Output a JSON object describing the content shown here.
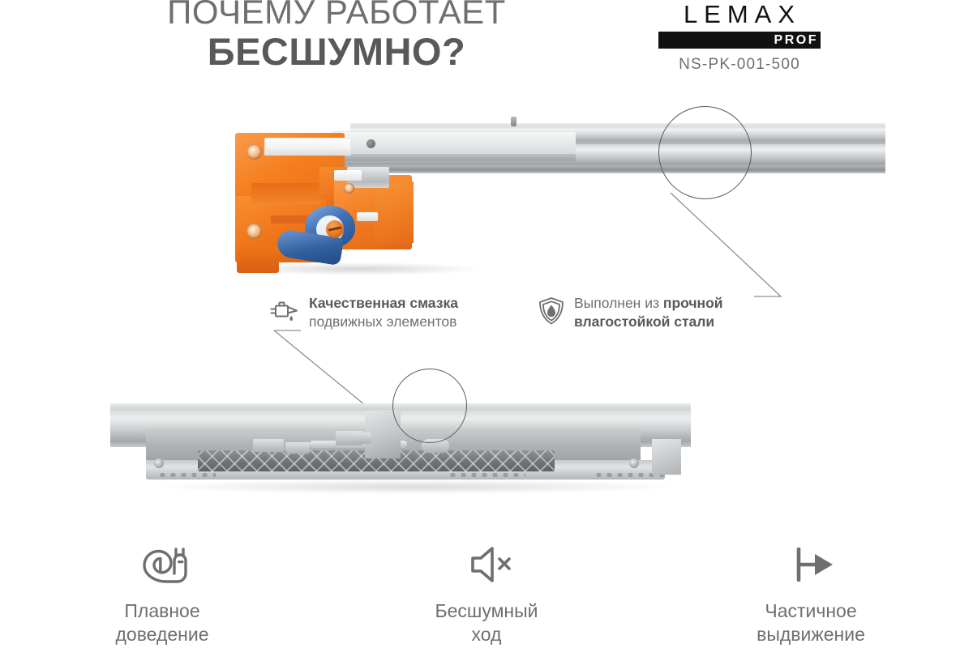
{
  "header": {
    "title_line1": "ПОЧЕМУ РАБОТАЕТ",
    "title_line2": "БЕСШУМНО?",
    "brand": "LEMAX",
    "brand_suffix": "PROF",
    "model_code": "NS-PK-001-500"
  },
  "annotations": [
    {
      "id": "lubrication",
      "icon": "oil-can-icon",
      "line1_plain": "Качественная смазка",
      "line1_bold": "Качественная смазка",
      "line2": "подвижных элементов"
    },
    {
      "id": "steel",
      "icon": "shield-drop-icon",
      "line1_prefix": "Выполнен из ",
      "line1_bold": "прочной",
      "line2_bold": "влагостойкой стали"
    }
  ],
  "features": [
    {
      "icon": "snail-icon",
      "line1": "Плавное",
      "line2": "доведение"
    },
    {
      "icon": "mute-speaker-icon",
      "line1": "Бесшумный",
      "line2": "ход"
    },
    {
      "icon": "partial-extension-arrow-icon",
      "line1": "Частичное",
      "line2": "выдвижение"
    }
  ],
  "colors": {
    "background": "#ffffff",
    "text_gray": "#6e6f71",
    "text_dark": "#58595b",
    "logo_black": "#111111",
    "product_orange": "#f47a20",
    "product_blue": "#2f5ea0",
    "steel_gray": "#c6c9cb"
  },
  "callouts": {
    "top_circle": "magnifier-circle-steel-rail",
    "bottom_circle": "magnifier-circle-lubricated-parts"
  }
}
